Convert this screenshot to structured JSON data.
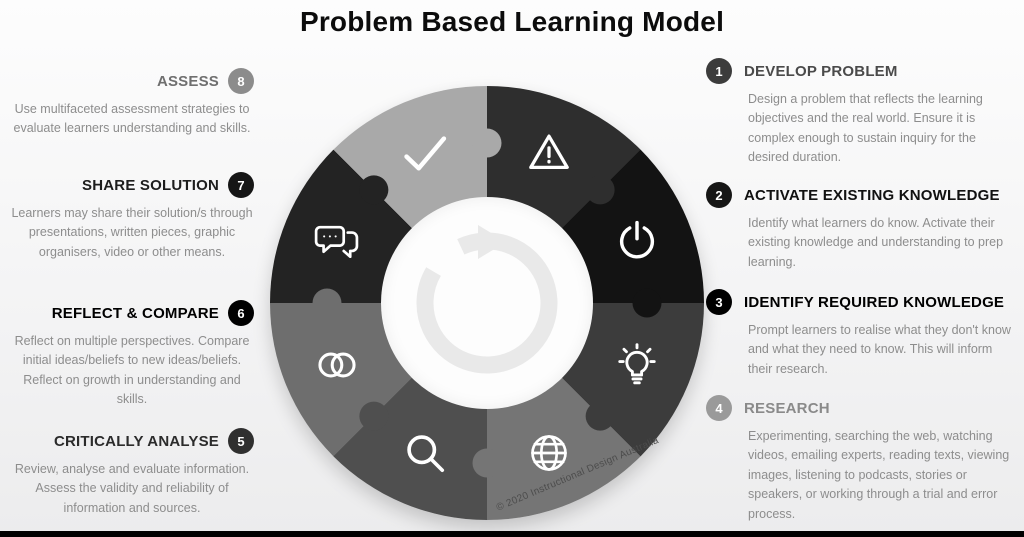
{
  "title": "Problem Based Learning Model",
  "left_items": [
    {
      "number": "8",
      "heading": "ASSESS",
      "heading_color": "#6f6f6f",
      "badge_color": "#8c8c8c",
      "body": "Use multifaceted assessment strategies to evaluate learners understanding and skills."
    },
    {
      "number": "7",
      "heading": "SHARE SOLUTION",
      "heading_color": "#1d1d1d",
      "badge_color": "#161616",
      "body": "Learners may share their solution/s through presentations, written pieces, graphic organisers, video or other means."
    },
    {
      "number": "6",
      "heading": "REFLECT & COMPARE",
      "heading_color": "#000000",
      "badge_color": "#000000",
      "body": "Reflect on multiple perspectives. Compare initial ideas/beliefs to new ideas/beliefs. Reflect on growth in understanding and skills."
    },
    {
      "number": "5",
      "heading": "CRITICALLY ANALYSE",
      "heading_color": "#2b2b2b",
      "badge_color": "#2f2f2f",
      "body": "Review, analyse and evaluate information. Assess the validity and reliability of information and sources."
    }
  ],
  "right_items": [
    {
      "number": "1",
      "heading": "DEVELOP PROBLEM",
      "heading_color": "#4a4a4a",
      "badge_color": "#3c3c3c",
      "body": "Design a problem that reflects the learning objectives and the real world. Ensure it is complex enough to sustain inquiry for the desired duration."
    },
    {
      "number": "2",
      "heading": "ACTIVATE EXISTING KNOWLEDGE",
      "heading_color": "#111111",
      "badge_color": "#161616",
      "body": "Identify what learners do know. Activate their existing knowledge and understanding to prep learning."
    },
    {
      "number": "3",
      "heading": "IDENTIFY REQUIRED KNOWLEDGE",
      "heading_color": "#000000",
      "badge_color": "#000000",
      "body": "Prompt learners to realise what they don't know and what they need to know. This will inform their research."
    },
    {
      "number": "4",
      "heading": "RESEARCH",
      "heading_color": "#8a8a8a",
      "badge_color": "#9a9a9a",
      "body": "Experimenting, searching the web, watching videos, emailing experts, reading texts, viewing images, listening to podcasts, stories or speakers, or working through a trial and error process."
    }
  ],
  "wheel": {
    "copyright": "© 2020 Instructional Design Australia",
    "segments": [
      {
        "icon": "warning-icon",
        "color": "#2e2e2e"
      },
      {
        "icon": "power-icon",
        "color": "#131313"
      },
      {
        "icon": "lightbulb-icon",
        "color": "#3c3c3c"
      },
      {
        "icon": "globe-icon",
        "color": "#757575"
      },
      {
        "icon": "search-icon",
        "color": "#4f4f4f"
      },
      {
        "icon": "overlapping-circles-icon",
        "color": "#6e6e6e"
      },
      {
        "icon": "chat-bubbles-icon",
        "color": "#232323"
      },
      {
        "icon": "check-icon",
        "color": "#a9a9a9"
      }
    ]
  },
  "colors": {
    "bottom_bar": "#000000",
    "inner_circle": "#fdfdfd",
    "arrow": "#e9e9e9"
  }
}
